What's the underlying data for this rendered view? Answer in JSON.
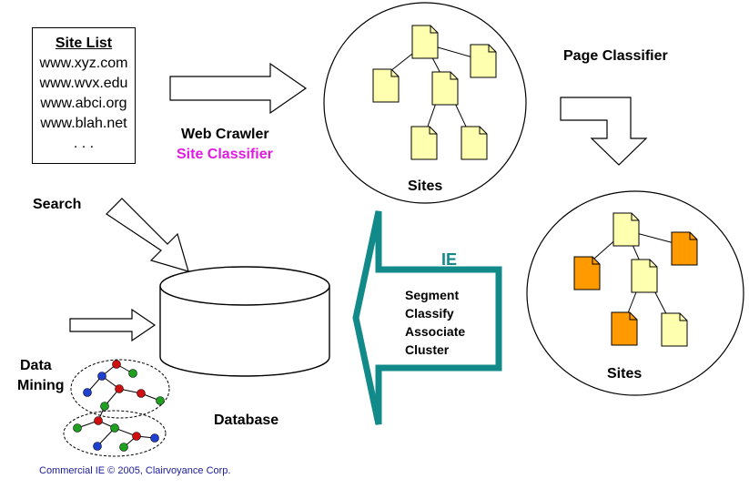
{
  "site_list": {
    "title": "Site List",
    "items": [
      "www.xyz.com",
      "www.wvx.edu",
      "www.abci.org",
      "www.blah.net",
      ". . ."
    ]
  },
  "labels": {
    "web_crawler": "Web Crawler",
    "site_classifier": "Site Classifier",
    "sites_top": "Sites",
    "page_classifier": "Page Classifier",
    "sites_bottom": "Sites",
    "search": "Search",
    "ie": "IE",
    "ie_steps": [
      "Segment",
      "Classify",
      "Associate",
      "Cluster"
    ],
    "data_mining_line1": "Data",
    "data_mining_line2": "Mining",
    "database": "Database"
  },
  "copyright": "Commercial IE © 2005, Clairvoyance Corp.",
  "colors": {
    "page_pale": "#ffffb0",
    "page_orange": "#ff9a00",
    "ie_arrow": "#138a8a",
    "site_classifier": "#e01be0",
    "node_red": "#d01010",
    "node_green": "#20a020",
    "node_blue": "#2040d0",
    "copyright": "#1a1a9a"
  }
}
